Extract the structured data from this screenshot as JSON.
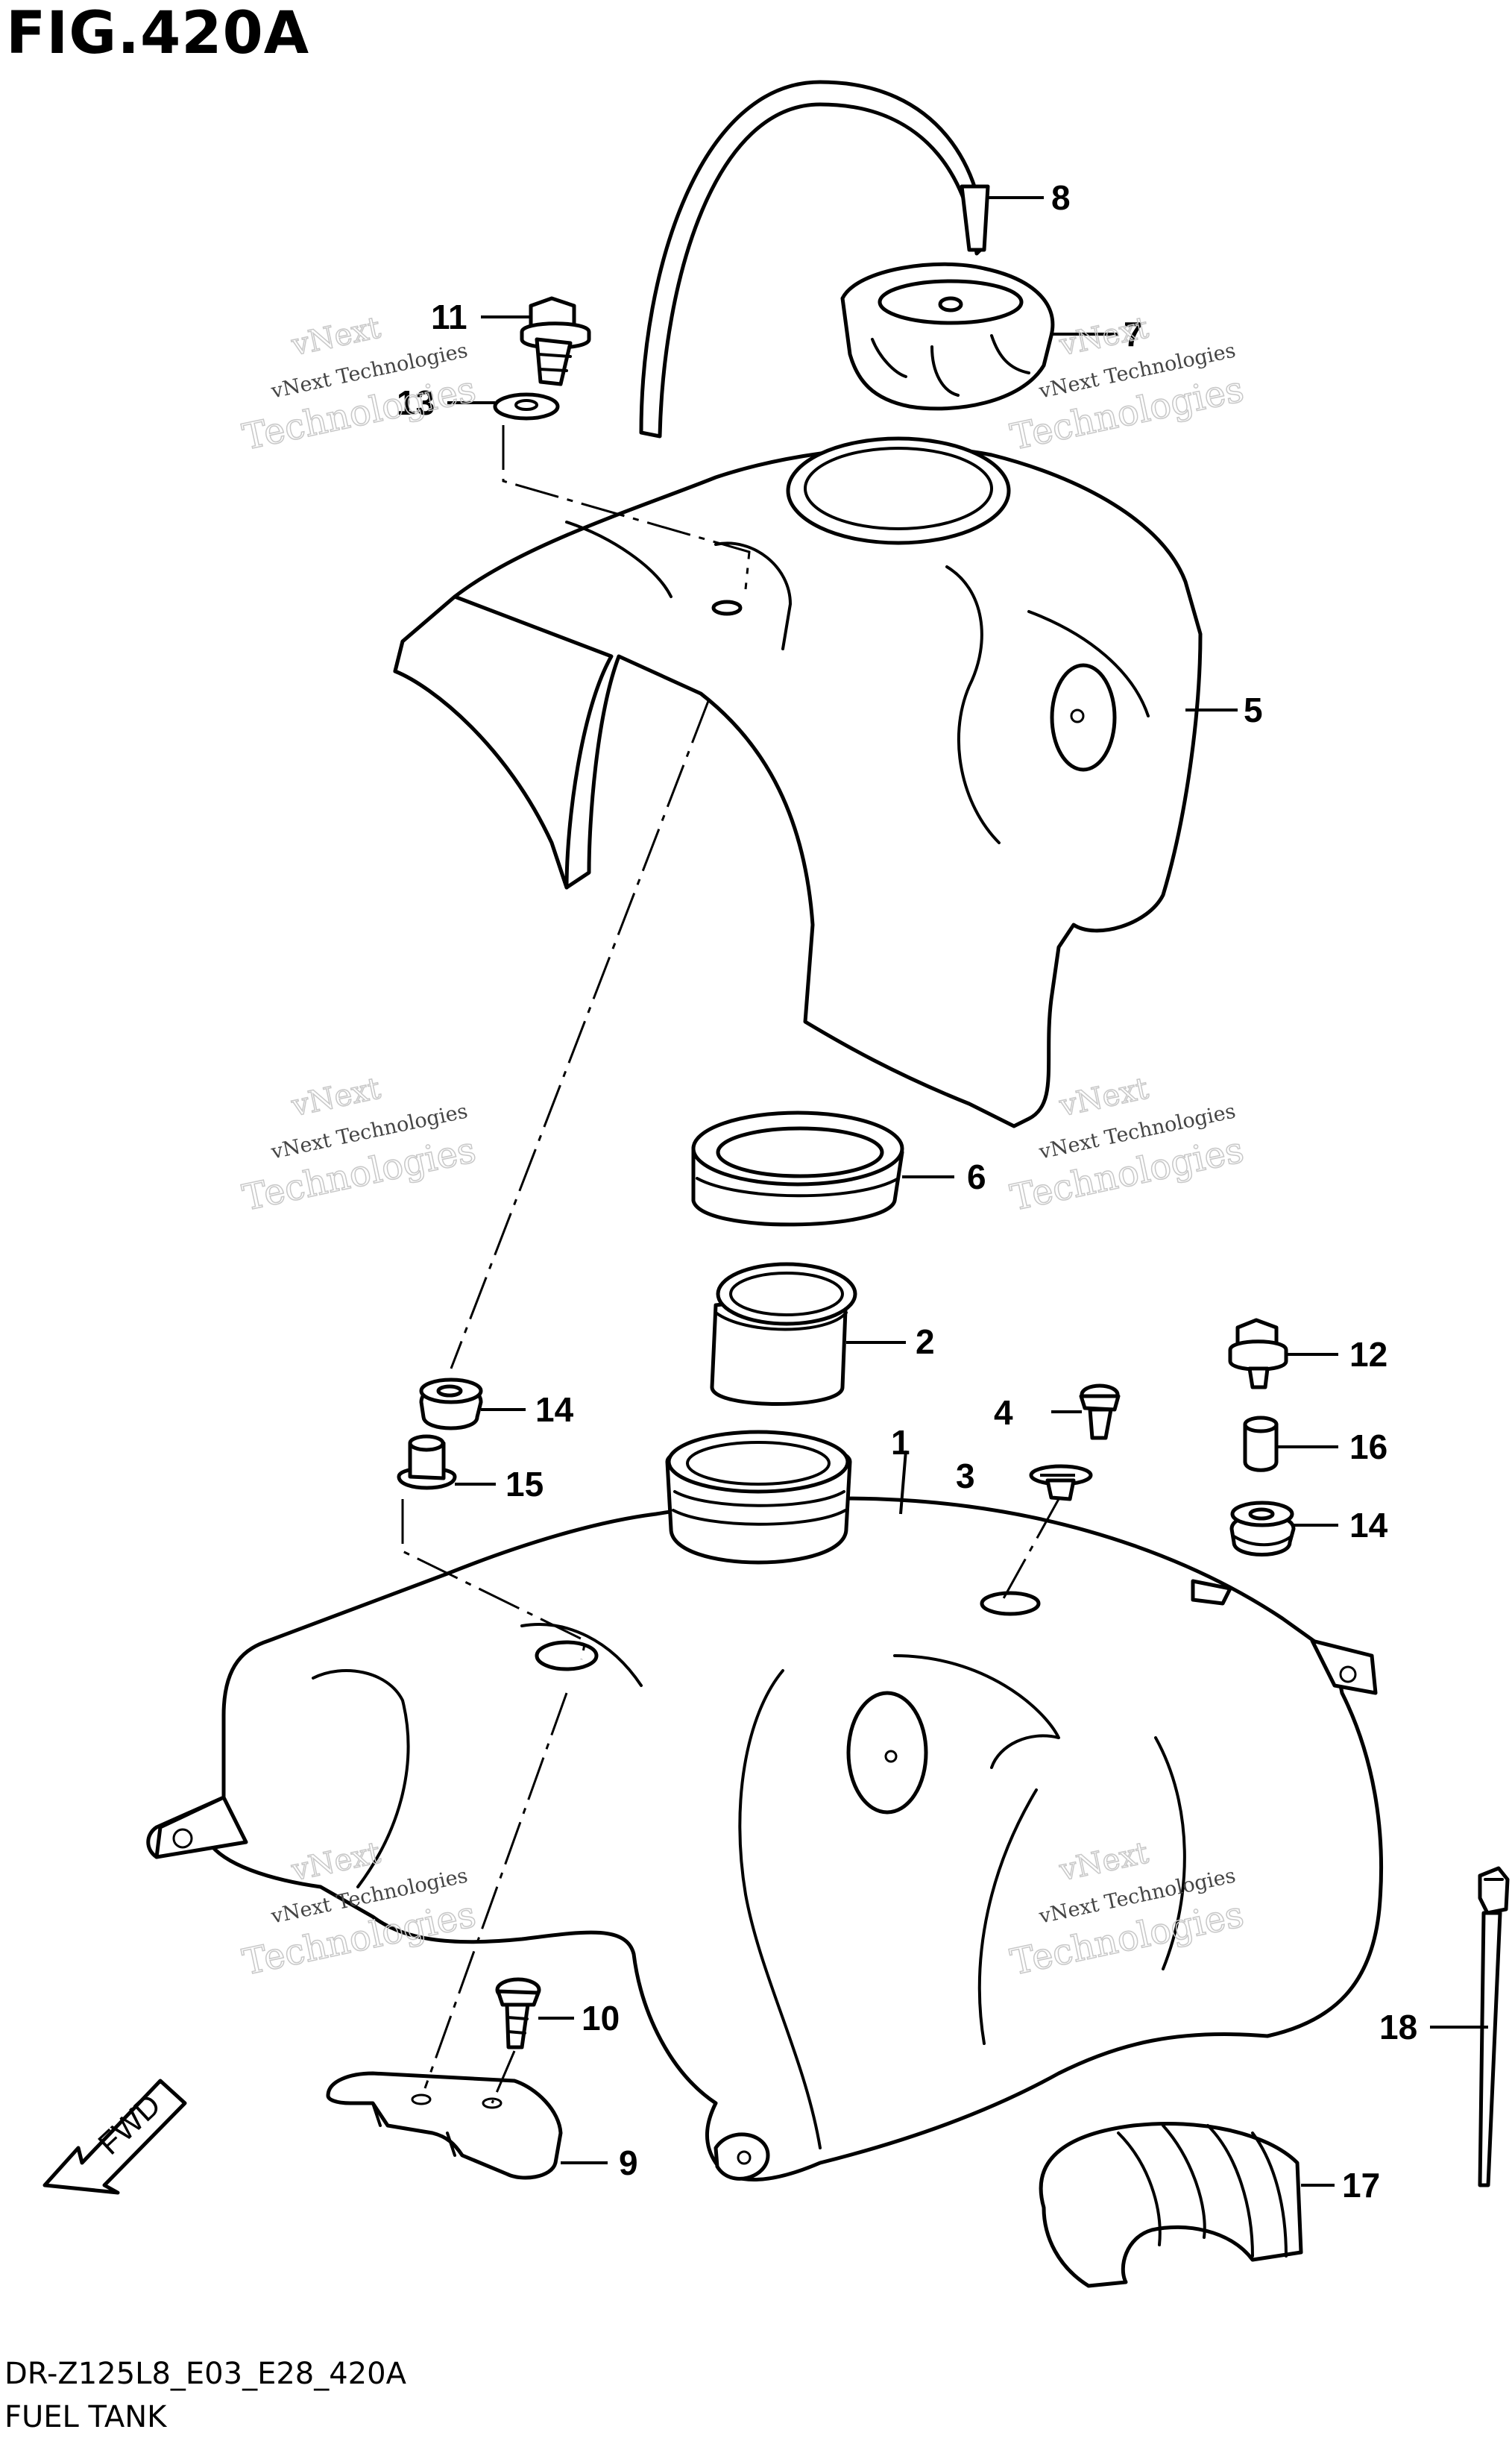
{
  "header": {
    "title": "FIG.420A"
  },
  "footer": {
    "code": "DR-Z125L8_E03_E28_420A",
    "name": "FUEL TANK"
  },
  "watermark": {
    "line1": "vNext",
    "line2": "vNext Technologies",
    "line3": "Technologies"
  },
  "fwd_label": "FWD",
  "callouts": {
    "c1": "1",
    "c2": "2",
    "c3": "3",
    "c4": "4",
    "c5": "5",
    "c6": "6",
    "c7": "7",
    "c8": "8",
    "c9": "9",
    "c10": "10",
    "c11": "11",
    "c12": "12",
    "c13": "13",
    "c14a": "14",
    "c14b": "14",
    "c15": "15",
    "c16": "16",
    "c17": "17",
    "c18": "18"
  }
}
